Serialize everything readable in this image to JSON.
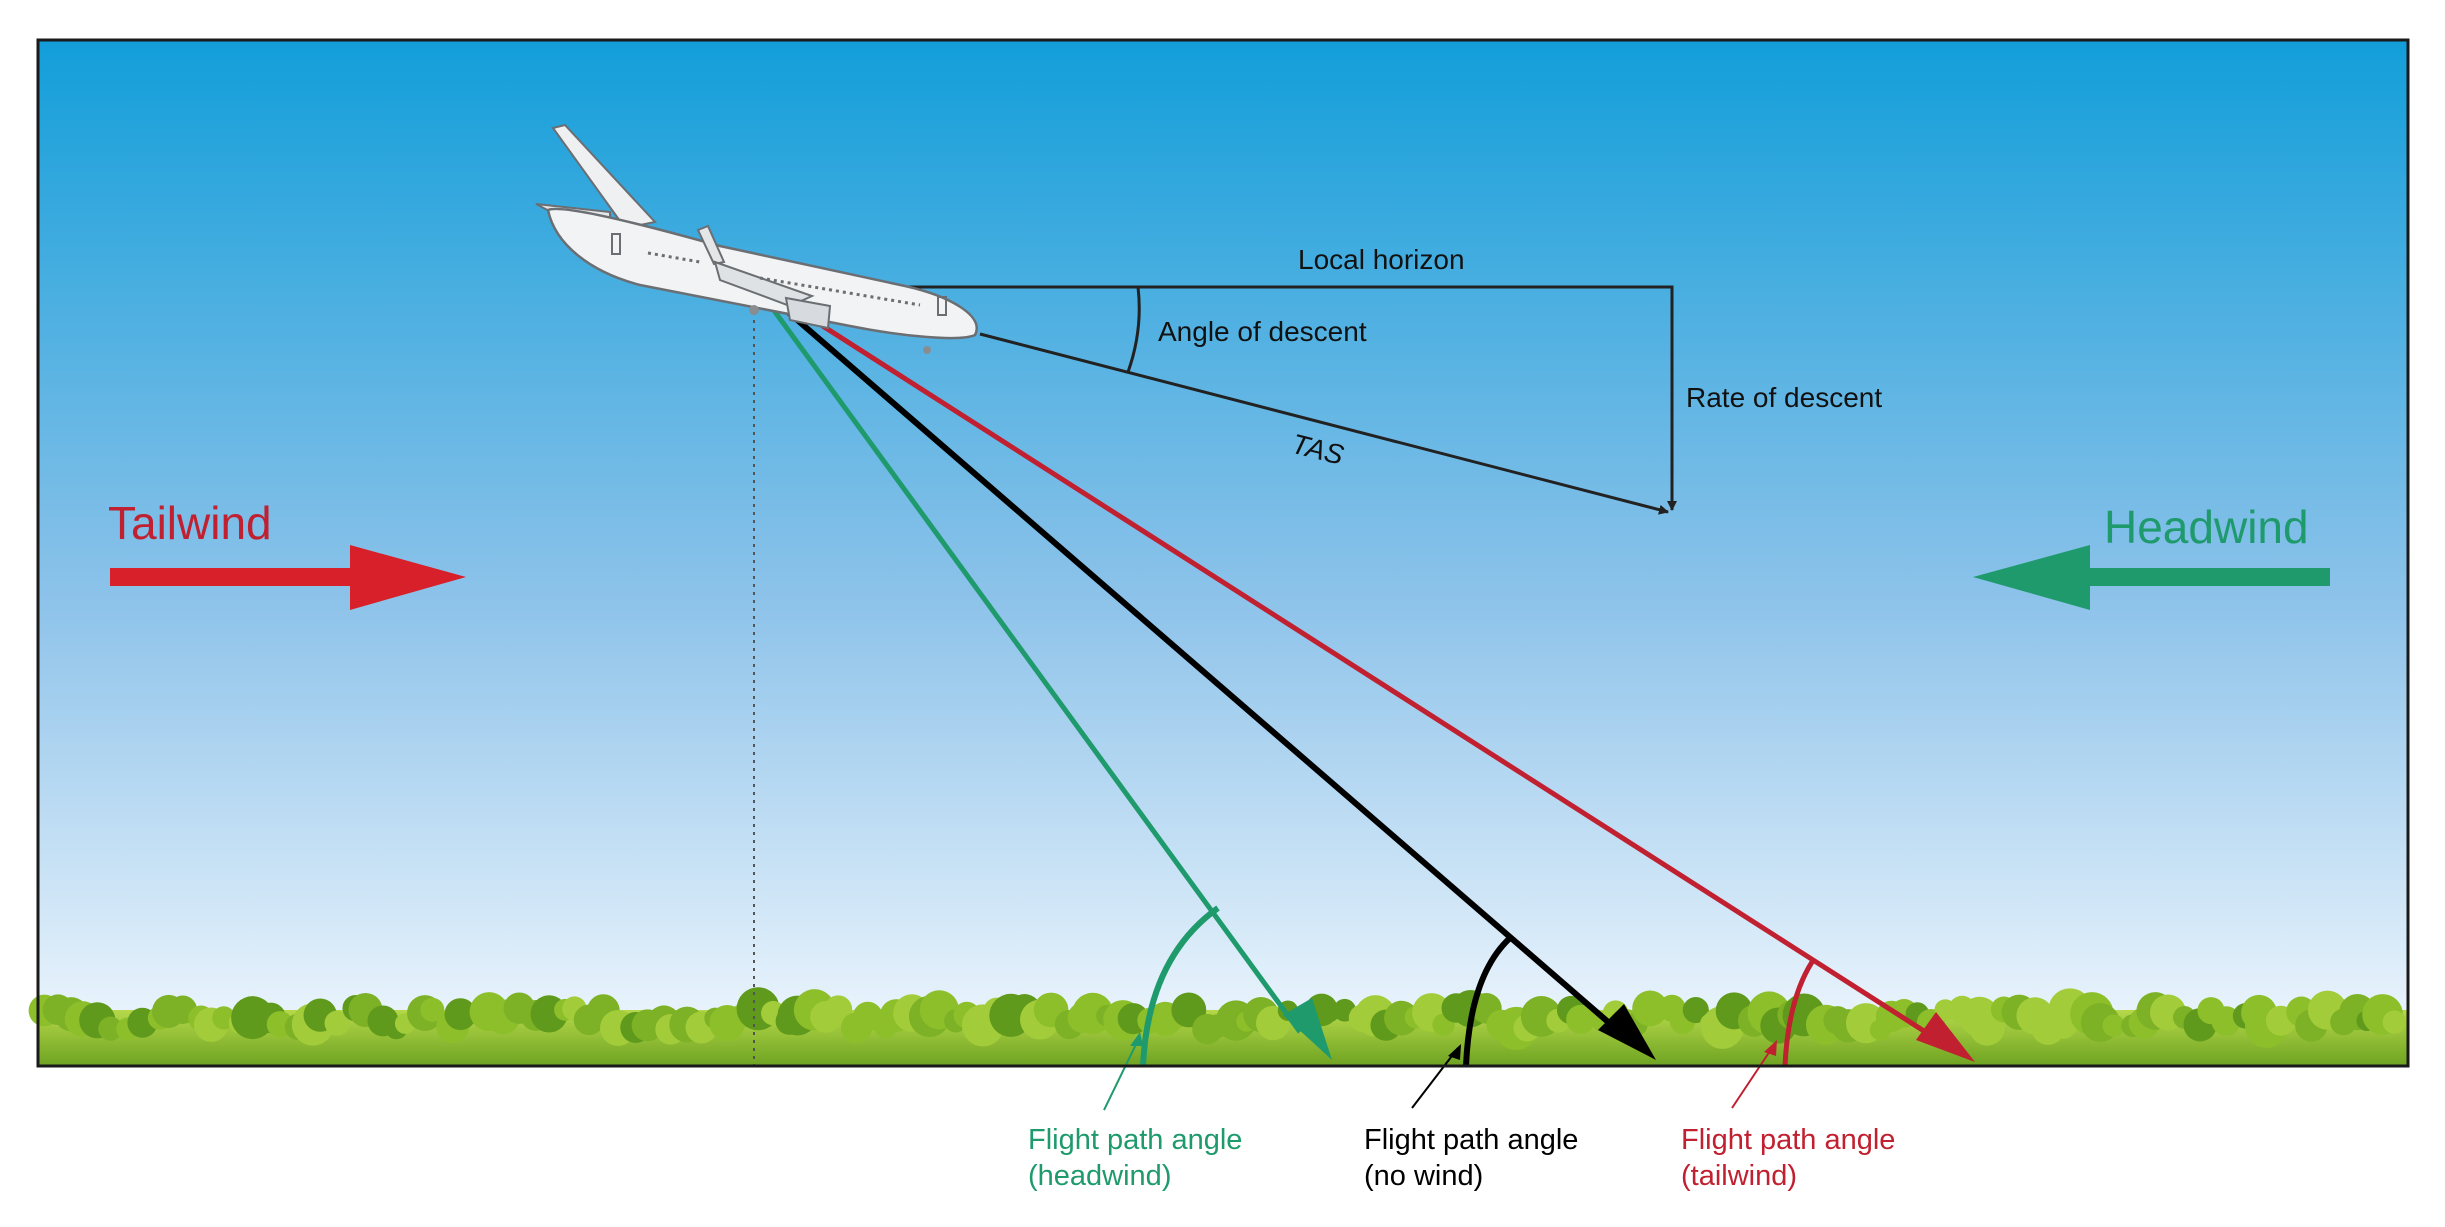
{
  "wind": {
    "tailwind": {
      "label": "Tailwind",
      "color": "#d7202a"
    },
    "headwind": {
      "label": "Headwind",
      "color": "#1f9a6c"
    }
  },
  "vector_labels": {
    "local_horizon": "Local horizon",
    "angle_of_descent": "Angle of descent",
    "rate_of_descent": "Rate of descent",
    "tas": "TAS"
  },
  "flight_paths": [
    {
      "line1": "Flight path angle",
      "line2": "(headwind)",
      "color": "#1f9a6c"
    },
    {
      "line1": "Flight path angle",
      "line2": "(no wind)",
      "color": "#000000"
    },
    {
      "line1": "Flight path angle",
      "line2": "(tailwind)",
      "color": "#c0202f"
    }
  ],
  "colors": {
    "sky_top": "#129ed9",
    "sky_bottom": "#f4f9fe",
    "vegetation": "#8cbf2a",
    "vegetation_dark": "#5f9a1c",
    "frame": "#1a1a1a"
  }
}
